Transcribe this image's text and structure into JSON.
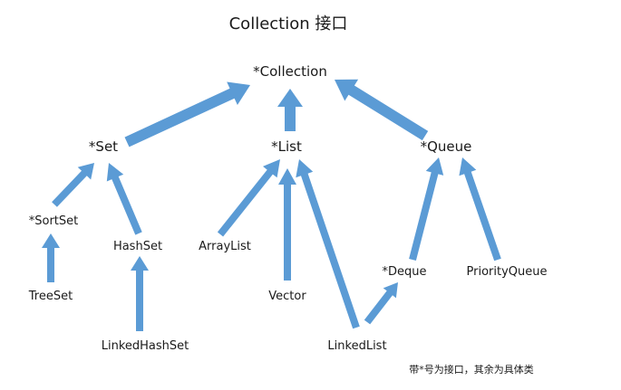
{
  "title": "Collection  接口",
  "nodes": {
    "collection": "*Collection",
    "set": "*Set",
    "list": "*List",
    "queue": "*Queue",
    "sortset": "*SortSet",
    "hashset": "HashSet",
    "arraylist": "ArrayList",
    "vector": "Vector",
    "linkedlist": "LinkedList",
    "deque": "*Deque",
    "priorityqueue": "PriorityQueue",
    "treeset": "TreeSet",
    "linkedhashset": "LinkedHashSet"
  },
  "note": "带*号为接口，其余为具体类",
  "colors": {
    "arrow": "#5b9bd5",
    "text": "#1a1a1a",
    "background": "#ffffff"
  }
}
